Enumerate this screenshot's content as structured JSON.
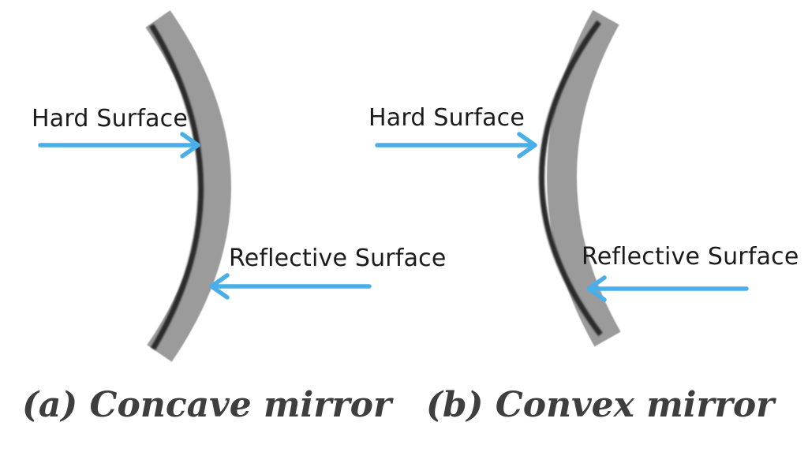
{
  "figure": {
    "description": "Diagram comparing mirror types with hard and reflective surfaces indicated by arrows"
  },
  "panel_a": {
    "caption": "(a) Concave mirror",
    "mirror_type": "concave",
    "hard_surface_label": "Hard Surface",
    "reflective_surface_label": "Reflective Surface"
  },
  "panel_b": {
    "caption": "(b) Convex mirror",
    "mirror_type": "convex",
    "hard_surface_label": "Hard Surface",
    "reflective_surface_label": "Reflective Surface"
  },
  "colors": {
    "arrow": "#4AAFE8",
    "mirror_body": "#9B9B9B",
    "mirror_edge": "#2B2B2B",
    "label_text": "#1B1B1B",
    "caption_text": "#3F3E3E",
    "background": "#FFFFFF"
  }
}
